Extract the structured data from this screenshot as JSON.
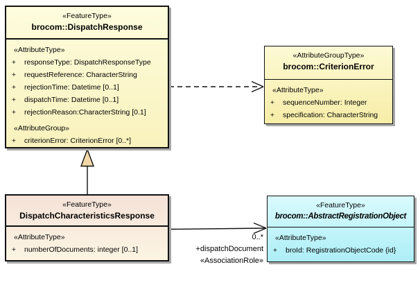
{
  "classes": {
    "dispatch_response": {
      "stereotype": "«FeatureType»",
      "name": "brocom::DispatchResponse",
      "attr_type_header": "«AttributeType»",
      "attributes": [
        {
          "vis": "+",
          "text": "responseType: DispatchResponseType"
        },
        {
          "vis": "+",
          "text": "requestReference: CharacterString"
        },
        {
          "vis": "+",
          "text": "rejectionTime: Datetime [0..1]"
        },
        {
          "vis": "+",
          "text": "dispatchTime: Datetime [0..1]"
        },
        {
          "vis": "+",
          "text": "rejectionReason:CharacterString [0.1]"
        }
      ],
      "attr_group_header": "«AttributeGroup»",
      "group_attributes": [
        {
          "vis": "+",
          "text": "criterionError: CriterionError [0..*]"
        }
      ]
    },
    "criterion_error": {
      "stereotype": "«AttributeGroupType»",
      "name": "brocom::CriterionError",
      "attr_type_header": "«AttributeType»",
      "attributes": [
        {
          "vis": "+",
          "text": "sequenceNumber: Integer"
        },
        {
          "vis": "+",
          "text": "specification: CharacterString"
        }
      ]
    },
    "dispatch_characteristics_response": {
      "stereotype": "«FeatureType»",
      "name": "DispatchCharacteristicsResponse",
      "attr_type_header": "«AttributeType»",
      "attributes": [
        {
          "vis": "+",
          "text": "numberOfDocuments: integer [0..1]"
        }
      ]
    },
    "abstract_registration_object": {
      "stereotype": "«FeatureType»",
      "name": "brocom::AbstractRegistrationObject",
      "attr_type_header": "«AttributeType»",
      "attributes": [
        {
          "vis": "+",
          "text": "broId: RegistrationObjectCode {id}"
        }
      ]
    }
  },
  "connectors": {
    "association": {
      "multiplicity": "0..*",
      "role": "+dispatchDocument",
      "stereotype": "«AssociationRole»"
    }
  },
  "colors": {
    "box_yellow": "#FBF6C8",
    "box_pink_top": "#F5E2D8",
    "box_cream_bottom": "#FCF5E3",
    "box_cyan": "#C5F4FA",
    "border": "#111111",
    "shadow": "#A8A8A8",
    "generalization_triangle": "#F3D9A8"
  }
}
